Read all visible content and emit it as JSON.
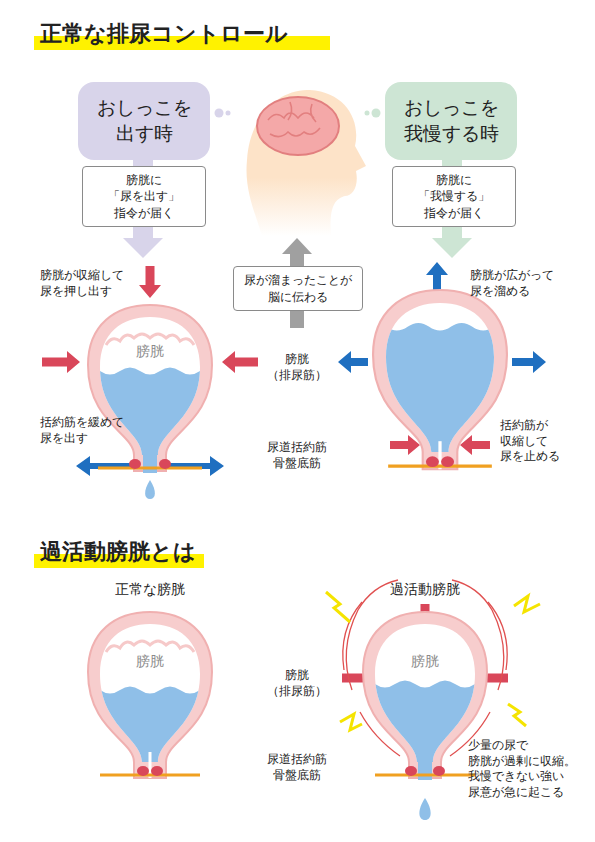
{
  "diagram": {
    "title": "正常な排尿コントロール",
    "nodes": [
      {
        "text": [
          "おしっこを 出す時"
        ]
      },
      {
        "text": [
          "おしっこを 我慢する時"
        ]
      },
      {
        "text": [
          "膀胱に「尿を出す」 指令が届く"
        ]
      },
      {
        "text": [
          "膀胱に「我慢する」 指令が届く"
        ]
      },
      {
        "text": [
          "尿が溜まったことが 脳に伝わる"
        ]
      }
    ],
    "labels": [
      "過活動膀胱とは",
      "膀胱が収縮して 尿を押し出す",
      "膀胱",
      "膀胱 （排尿筋）",
      "膀胱が広がって 尿を溜める",
      "括約筋を緩めて 尿を出す",
      "尿道括約筋 骨盤底筋",
      "括約筋が 収縮して 尿を止める",
      "正常な膀胱",
      "過活動膀胱",
      "膀胱",
      "膀胱 （排尿筋）",
      "膀胱",
      "尿道括約筋 骨盤底筋",
      "少量の尿で 膀胱が過剰に収縮。 我慢できない強い 尿意が急に起こる"
    ]
  }
}
